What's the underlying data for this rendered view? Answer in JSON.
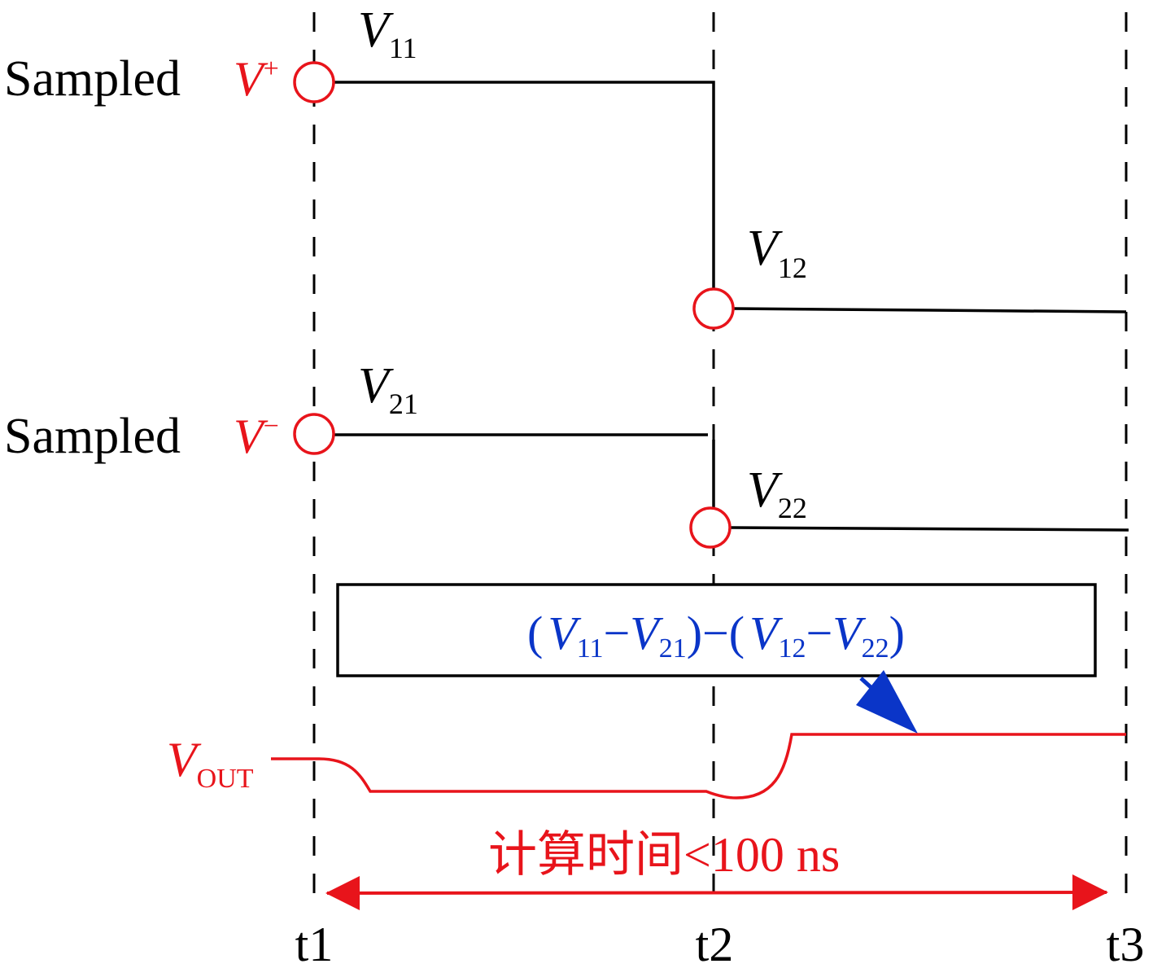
{
  "colors": {
    "ink": "#000000",
    "red": "#e8141b",
    "blue": "#0a35c8"
  },
  "rows": {
    "top": {
      "label": "Sampled",
      "signal_v": "V",
      "signal_sign": "+"
    },
    "bottom": {
      "label": "Sampled",
      "signal_v": "V",
      "signal_sign": "−"
    }
  },
  "values": {
    "v11": {
      "v": "V",
      "sub": "11"
    },
    "v12": {
      "v": "V",
      "sub": "12"
    },
    "v21": {
      "v": "V",
      "sub": "21"
    },
    "v22": {
      "v": "V",
      "sub": "22"
    }
  },
  "formula": {
    "open1": "(",
    "a_v": "V",
    "a_sub": "11",
    "minus1": "−",
    "b_v": "V",
    "b_sub": "21",
    "close1": ")",
    "minus_mid": "−",
    "open2": "(",
    "c_v": "V",
    "c_sub": "12",
    "minus2": "−",
    "d_v": "V",
    "d_sub": "22",
    "close2": ")"
  },
  "output": {
    "v": "V",
    "sub": "OUT"
  },
  "timing": {
    "text": "计算时间<100 ns"
  },
  "ticks": [
    "t1",
    "t2",
    "t3"
  ]
}
